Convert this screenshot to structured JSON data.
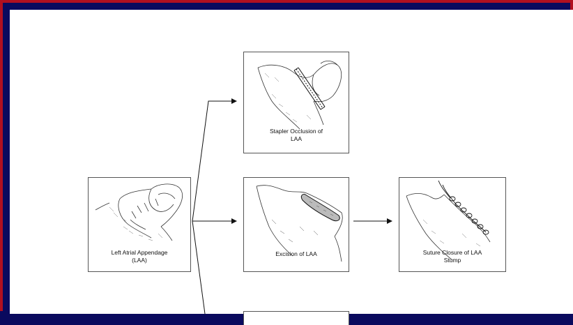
{
  "nodes": {
    "laa": {
      "label_line1": "Left Atrial Appendage",
      "label_line2": "(LAA)"
    },
    "stapler": {
      "label_line1": "Stapler Occlusion of",
      "label_line2": "LAA"
    },
    "excision": {
      "label_line1": "Excision of LAA"
    },
    "suture": {
      "label_line1": "Suture Closure of LAA",
      "label_line2": "Stump"
    }
  },
  "colors": {
    "frame_outer": "#0a0a5e",
    "frame_accent": "#b01020",
    "canvas": "#ffffff",
    "ink": "#222222"
  },
  "icons": [
    "heart-sketch-laa",
    "heart-sketch-stapler",
    "heart-sketch-excision",
    "heart-sketch-suture"
  ]
}
